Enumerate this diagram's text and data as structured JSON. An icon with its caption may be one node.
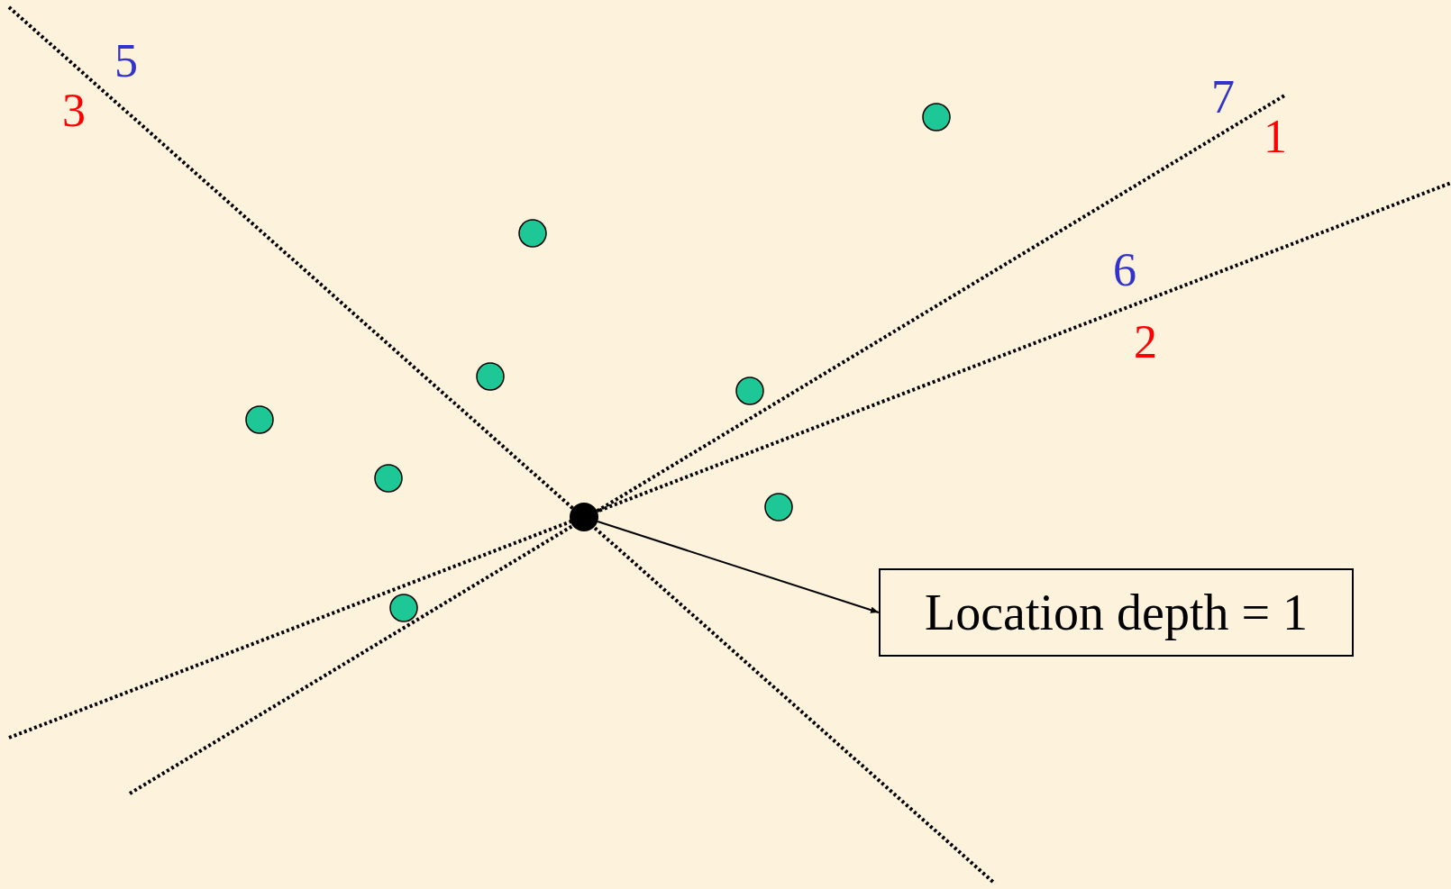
{
  "diagram": {
    "nodes": [
      {
        "text": [],
        "shape": "circle"
      },
      {
        "text": [
          "Location depth = 1"
        ]
      }
    ],
    "edges": [
      {
        "from": 0,
        "to": 1,
        "arrow": "to"
      }
    ],
    "labels": [
      "5",
      "3",
      "7",
      "1",
      "6",
      "2"
    ]
  }
}
